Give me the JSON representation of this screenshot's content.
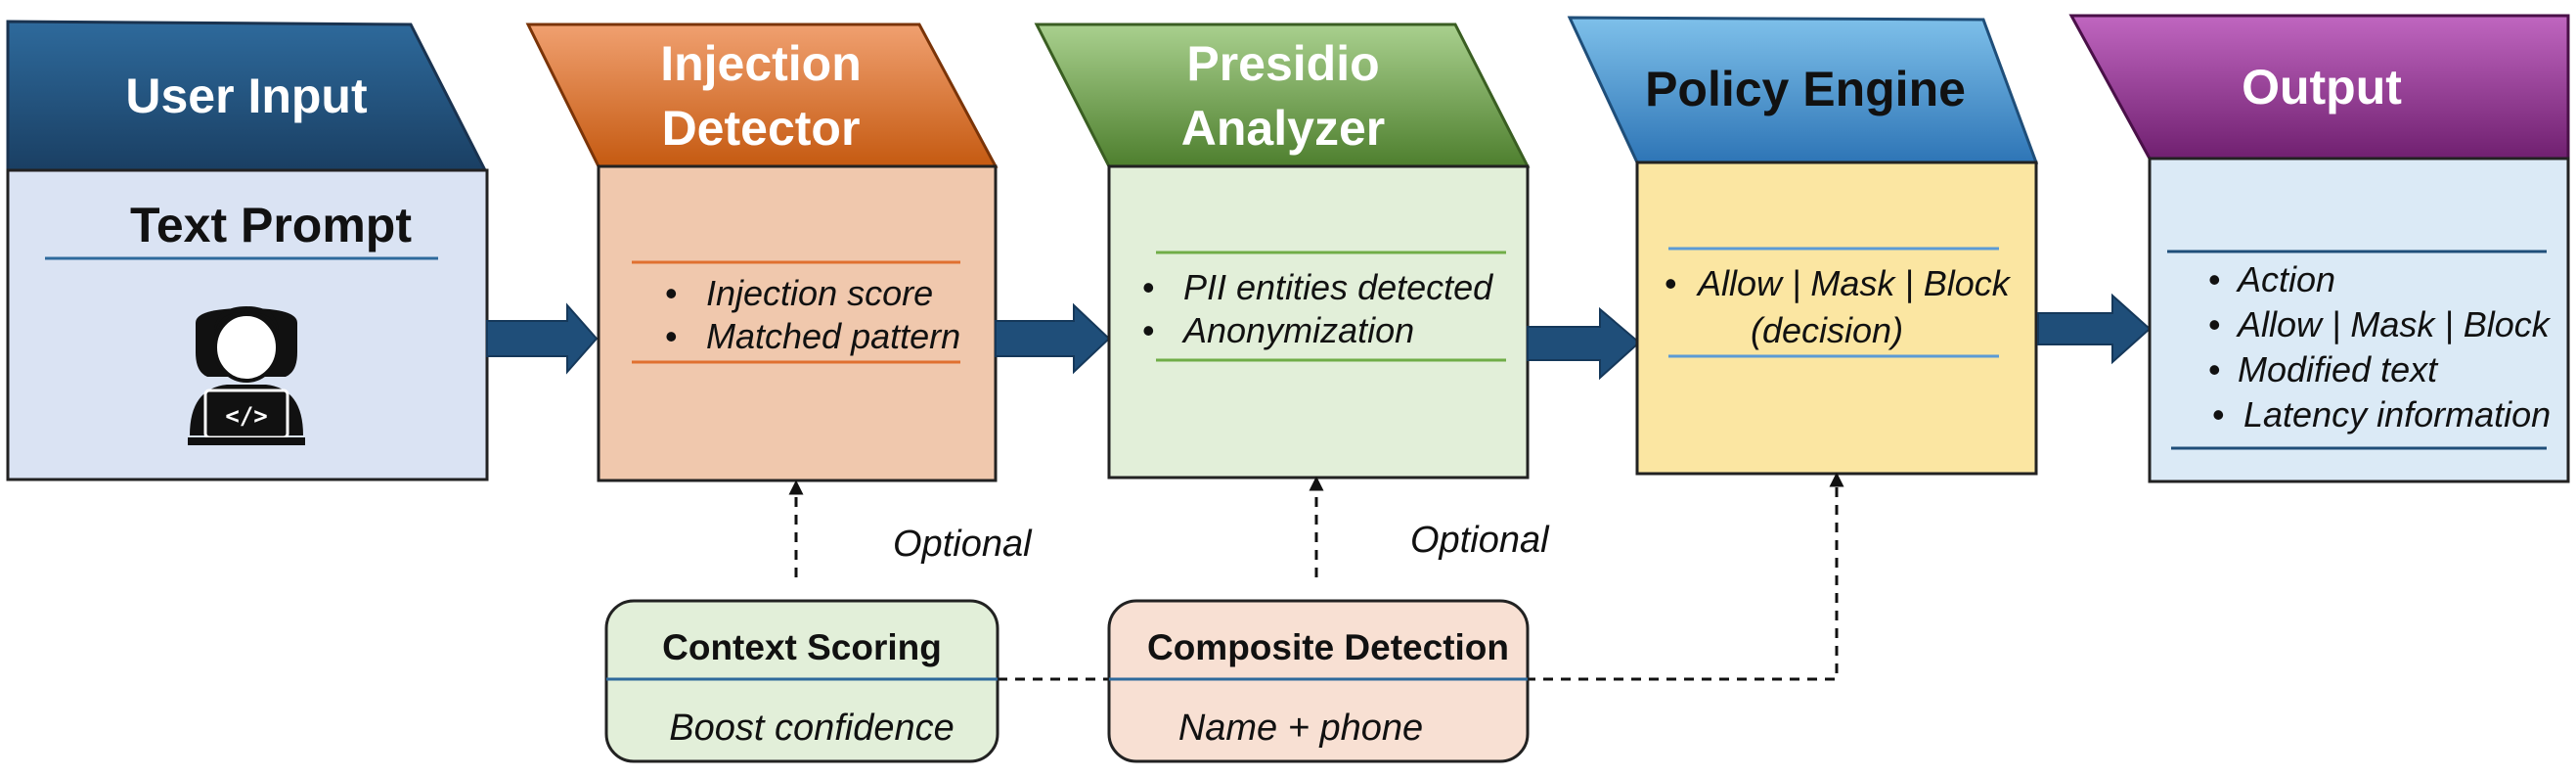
{
  "stages": {
    "user_input": {
      "header": "User Input",
      "title": "Text Prompt",
      "icon": "user-laptop-icon"
    },
    "injection_detector": {
      "header_line1": "Injection",
      "header_line2": "Detector",
      "bullets": [
        "Injection score",
        "Matched pattern"
      ]
    },
    "presidio_analyzer": {
      "header_line1": "Presidio",
      "header_line2": "Analyzer",
      "bullets": [
        "PII entities detected",
        "Anonymization"
      ]
    },
    "policy_engine": {
      "header": "Policy Engine",
      "bullet": "Allow | Mask | Block",
      "bullet_cont": "(decision)"
    },
    "output": {
      "header": "Output",
      "bullets": [
        "Action",
        "Allow | Mask | Block",
        "Modified text",
        "Latency information"
      ]
    }
  },
  "optional_labels": [
    "Optional",
    "Optional"
  ],
  "context_scoring": {
    "title": "Context Scoring",
    "text": "Boost confidence"
  },
  "composite_detection": {
    "title": "Composite Detection",
    "text": "Name + phone"
  },
  "bullet_char": "•",
  "colors": {
    "user_input_head": "#1f4e79",
    "injection_head": "#c55a11",
    "presidio_head": "#548235",
    "policy_head": "#2e75b6",
    "output_head": "#7030a0",
    "arrow": "#1f4e79"
  }
}
